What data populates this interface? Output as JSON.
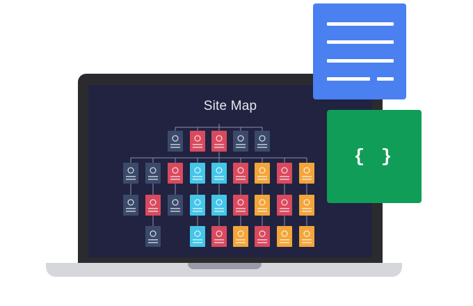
{
  "screen": {
    "title": "Site Map"
  },
  "code_card": {
    "glyph": "{ }"
  },
  "icons": {
    "document": "document-lines-icon",
    "code": "curly-braces-icon",
    "laptop": "laptop-icon"
  },
  "colors": {
    "screen_bg": "#212341",
    "doc_blue": "#4a80f0",
    "code_green": "#109d58",
    "node_dark": "#3b4a6b",
    "node_red": "#d94a5f",
    "node_cyan": "#44c6ea",
    "node_orange": "#f3a63a"
  },
  "sitemap": {
    "rows": [
      [
        "dark",
        "red",
        "red",
        "dark",
        "dark"
      ],
      [
        "dark",
        "dark",
        "red",
        "cyan",
        "cyan",
        "red",
        "orange",
        "red",
        "orange"
      ],
      [
        "dark",
        "red",
        "dark",
        "cyan",
        "cyan",
        "red",
        "orange",
        "red",
        "orange"
      ],
      [
        "dark",
        "cyan",
        "red",
        "orange",
        "red",
        "orange"
      ]
    ]
  }
}
